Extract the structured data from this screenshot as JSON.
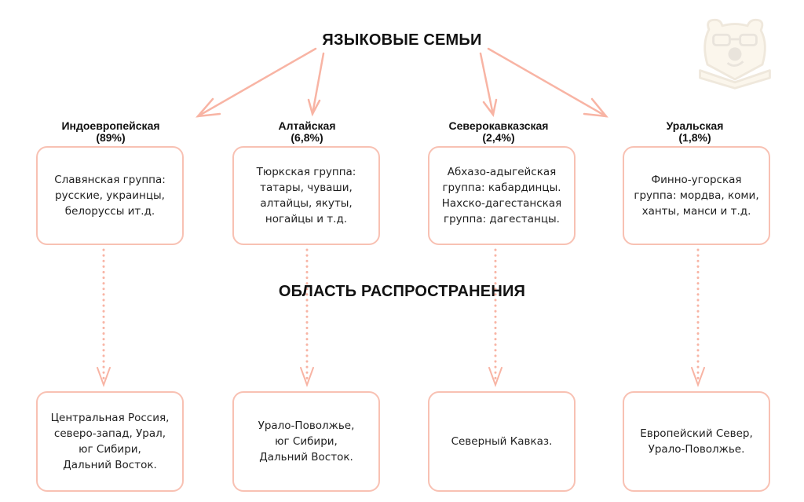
{
  "title": "ЯЗЫКОВЫЕ СЕМЬИ",
  "subtitle": "ОБЛАСТЬ РАСПРОСТРАНЕНИЯ",
  "accent_color": "#f8b4a4",
  "mascot_icon": "bear-with-glasses-book-icon",
  "families": [
    {
      "name": "Индоевропейская",
      "share": "(89%)",
      "groups": "Славянская группа:\nрусские, украинцы,\nбелоруссы ит.д.",
      "area": "Центральная Россия,\nсеверо-запад, Урал,\nюг Сибири,\nДальний Восток."
    },
    {
      "name": "Алтайская",
      "share": "(6,8%)",
      "groups": "Тюркская группа:\nтатары, чуваши,\nалтайцы, якуты,\nногайцы и т.д.",
      "area": "Урало-Поволжье,\nюг Сибири,\nДальний Восток."
    },
    {
      "name": "Северокавказская",
      "share": "(2,4%)",
      "groups": "Абхазо-адыгейская\nгруппа: кабардинцы.\nНахско-дагестанская\nгруппа: дагестанцы.",
      "area": "Северный Кавказ."
    },
    {
      "name": "Уральская",
      "share": "(1,8%)",
      "groups": "Финно-угорская\nгруппа: мордва, коми,\nханты, манси и т.д.",
      "area": "Европейский Север,\nУрало-Поволжье."
    }
  ]
}
